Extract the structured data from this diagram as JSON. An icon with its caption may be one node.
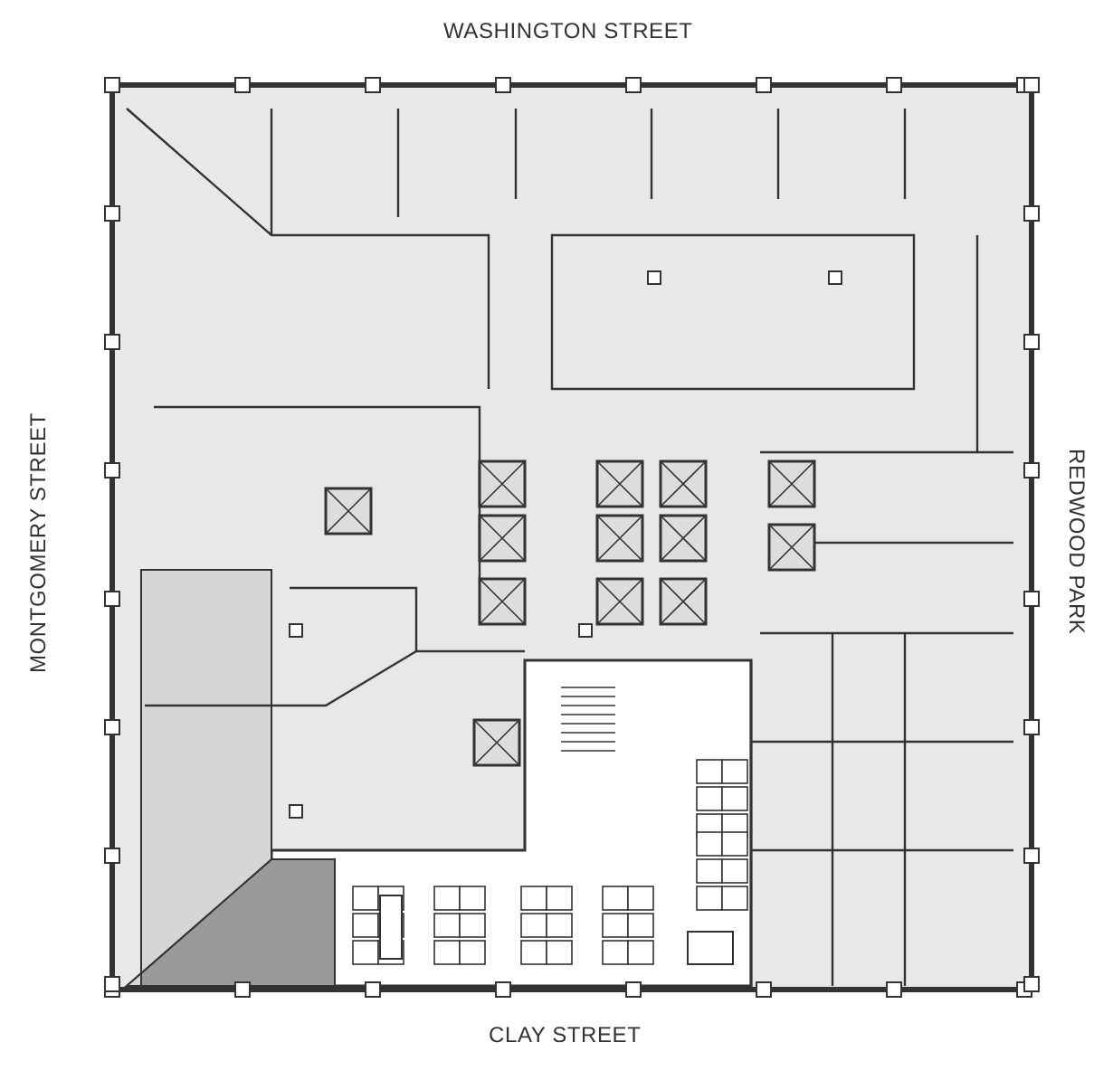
{
  "diagram": {
    "labels": [
      "WASHINGTON STREET",
      "MONTGOMERY STREET",
      "REDWOOD PARK",
      "CLAY STREET"
    ]
  }
}
